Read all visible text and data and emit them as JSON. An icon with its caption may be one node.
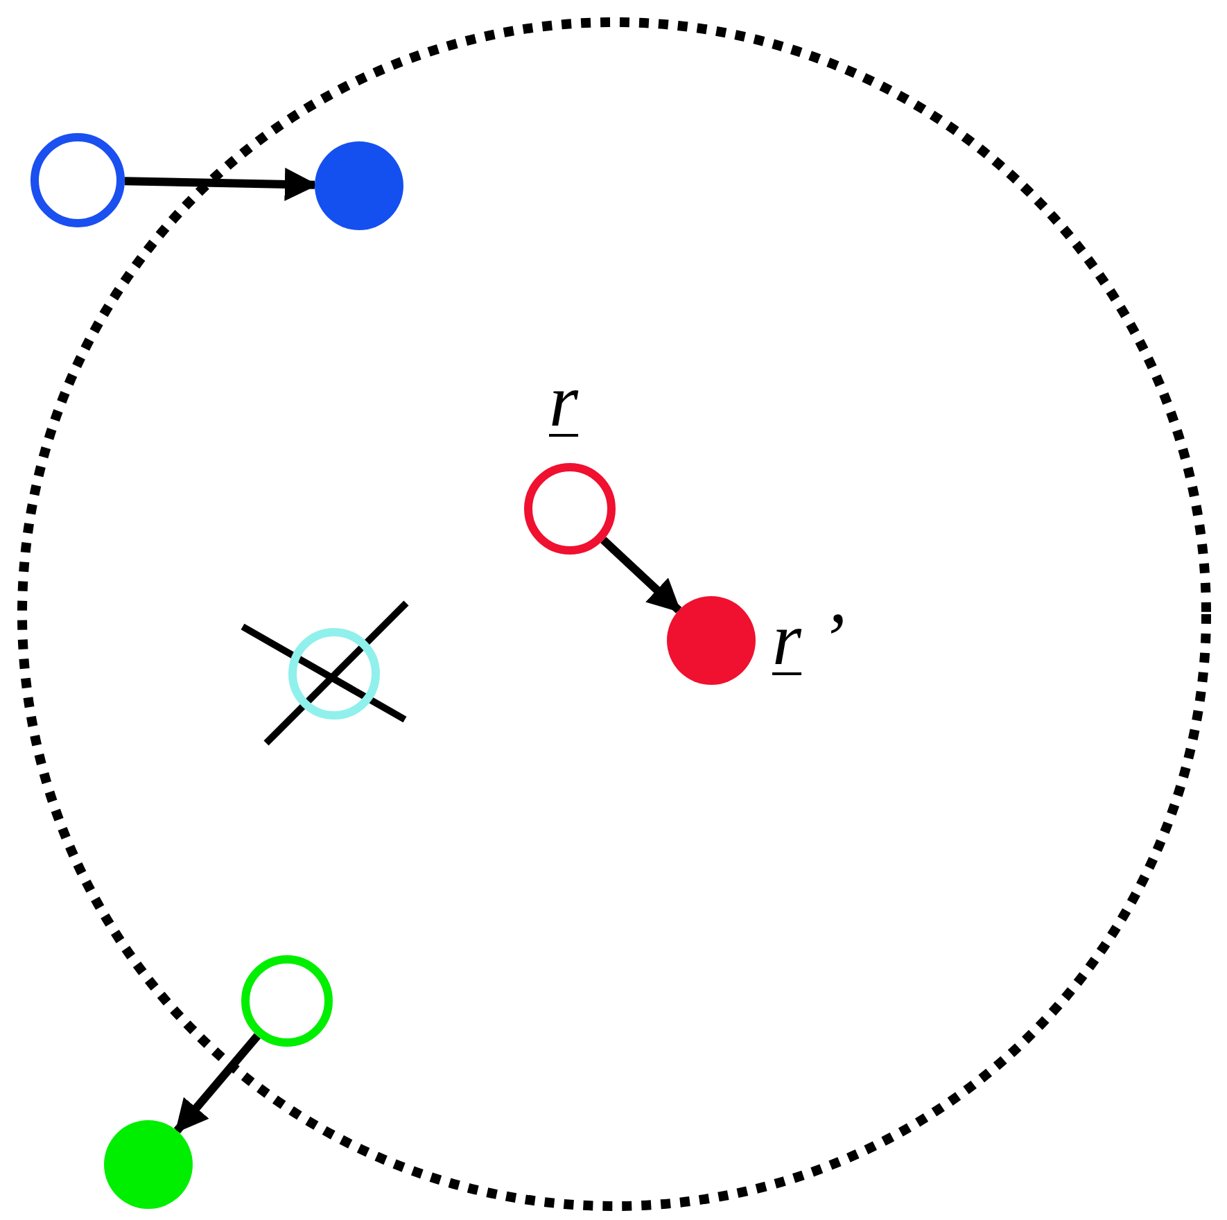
{
  "diagram": {
    "nodes": [
      {
        "text": [],
        "shape": "circle"
      },
      {
        "text": [],
        "shape": "circle"
      },
      {
        "text": [],
        "shape": "circle",
        "beside": [
          "r"
        ]
      },
      {
        "text": [],
        "shape": "circle",
        "beside": [
          "r ’"
        ]
      },
      {
        "text": [],
        "shape": "circle"
      },
      {
        "text": [],
        "shape": "circle"
      },
      {
        "text": [],
        "shape": "circle"
      }
    ],
    "edges": [
      {
        "from": 0,
        "to": 1,
        "arrow": "to"
      },
      {
        "from": 2,
        "to": 3,
        "arrow": "to"
      },
      {
        "from": 5,
        "to": 6,
        "arrow": "to"
      }
    ]
  }
}
